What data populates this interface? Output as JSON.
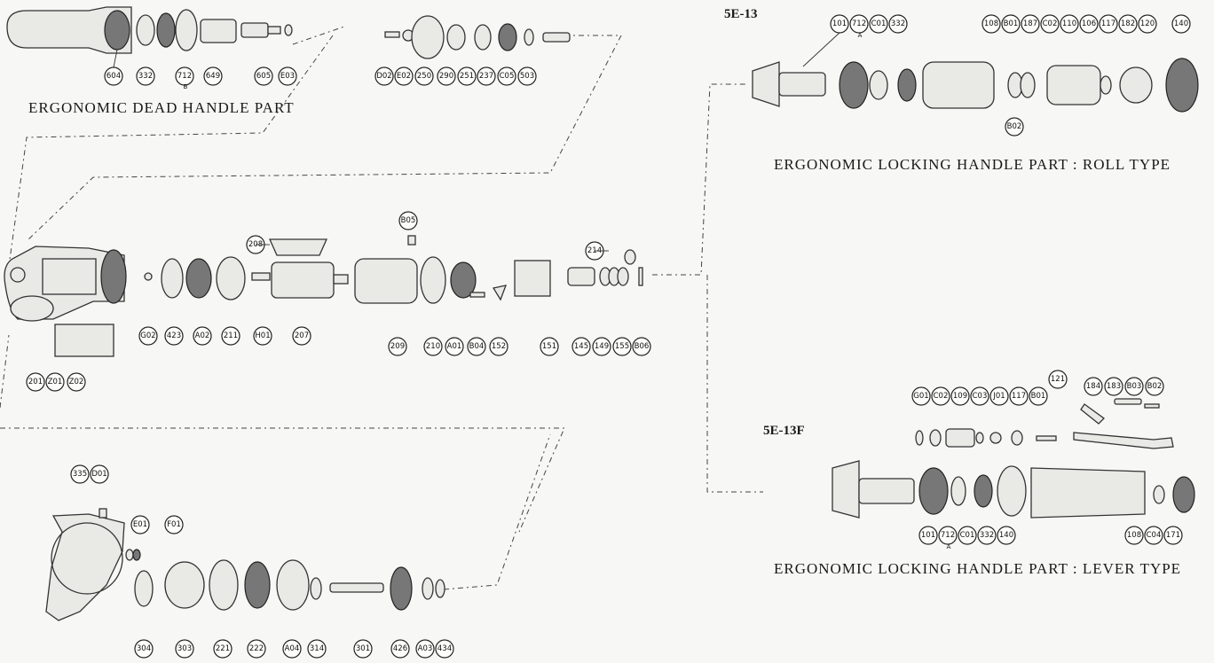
{
  "sections": {
    "dead_handle": {
      "title": "ERGONOMIC DEAD HANDLE PART"
    },
    "roll_type": {
      "model": "5E-13",
      "title": "ERGONOMIC LOCKING HANDLE PART : ROLL TYPE"
    },
    "lever_type": {
      "model": "5E-13F",
      "title": "ERGONOMIC LOCKING HANDLE PART : LEVER TYPE"
    }
  },
  "callouts": {
    "dead_handle": [
      "604",
      "332",
      "712",
      "649",
      "605",
      "E03"
    ],
    "dead_handle_sub": [
      "B"
    ],
    "throttle": [
      "D02",
      "E02",
      "250",
      "290",
      "251",
      "237",
      "C05",
      "503"
    ],
    "roll_type": [
      "101",
      "712",
      "C01",
      "332",
      "108",
      "B01",
      "187",
      "C02",
      "110",
      "106",
      "117",
      "182",
      "120",
      "140",
      "B02"
    ],
    "roll_type_sub": [
      "A"
    ],
    "motor": [
      "208",
      "B05",
      "214",
      "G02",
      "423",
      "A02",
      "211",
      "H01",
      "207",
      "209",
      "210",
      "A01",
      "B04",
      "152",
      "151",
      "145",
      "149",
      "155",
      "B06"
    ],
    "housing": [
      "201",
      "Z01",
      "Z02"
    ],
    "lever_type_top": [
      "G01",
      "C02",
      "109",
      "C03",
      "J01",
      "117",
      "B01",
      "121",
      "184",
      "183",
      "B03",
      "B02"
    ],
    "lever_type_bottom": [
      "101",
      "712",
      "C01",
      "332",
      "140",
      "108",
      "C04",
      "171"
    ],
    "lever_type_sub": [
      "A"
    ],
    "gear_head": [
      "335",
      "D01",
      "E01",
      "F01",
      "304",
      "303",
      "221",
      "222",
      "A04",
      "314",
      "301",
      "426",
      "A03",
      "434"
    ]
  }
}
